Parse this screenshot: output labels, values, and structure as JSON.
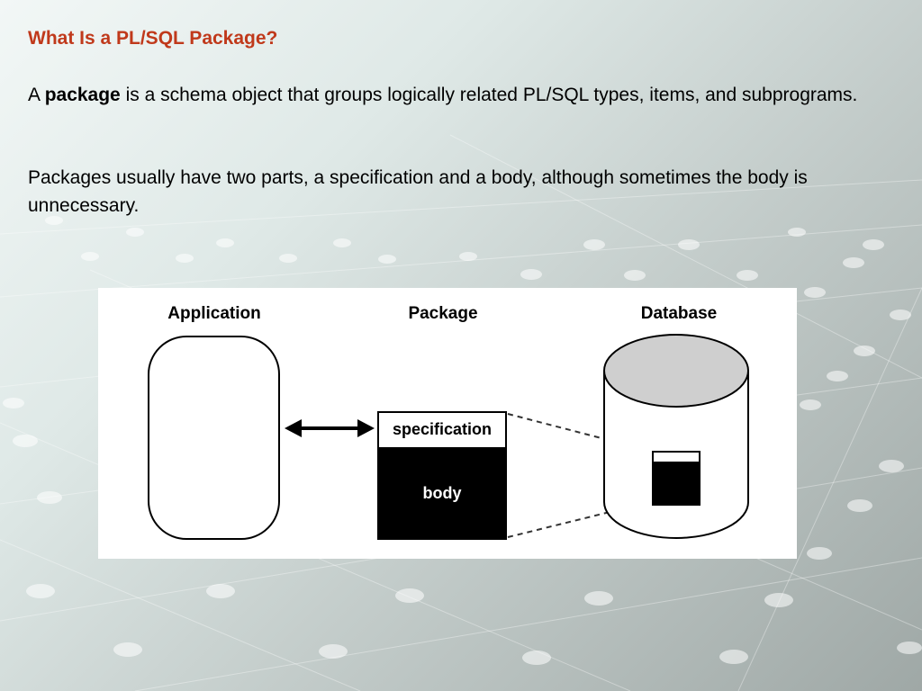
{
  "slide": {
    "title": "What Is a PL/SQL Package?",
    "para1": {
      "prefix": "A ",
      "keyword": "package",
      "suffix": " is a schema object that groups logically related PL/SQL types, items, and subprograms."
    },
    "para2": "Packages usually have two parts, a specification and a body, although sometimes the body is unnecessary."
  },
  "diagram": {
    "application_label": "Application",
    "package_label": "Package",
    "database_label": "Database",
    "specification_label": "specification",
    "body_label": "body"
  },
  "colors": {
    "title": "#c0391b",
    "database_top": "#cfcfcf",
    "package_body": "#000000"
  }
}
